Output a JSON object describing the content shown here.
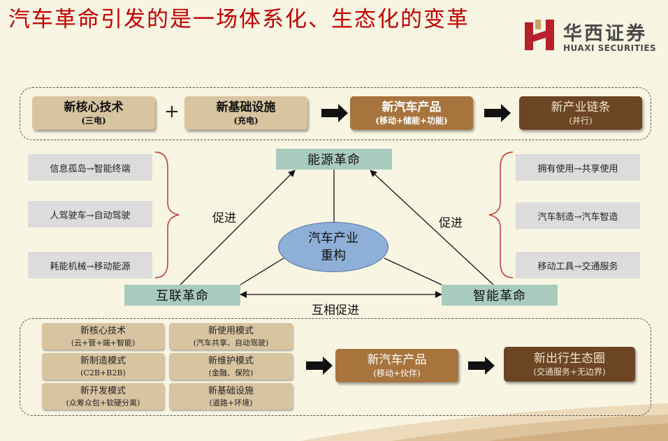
{
  "title": "汽车革命引发的是一场体系化、生态化的变革",
  "logo": {
    "cn": "华西证券",
    "en": "HUAXI SECURITIES"
  },
  "top_row": [
    {
      "main": "新核心技术",
      "sub": "(三电)"
    },
    {
      "main": "新基础设施",
      "sub": "(充电)"
    },
    {
      "main": "新汽车产品",
      "sub": "(移动+储能+功能)"
    },
    {
      "main": "新产业链条",
      "sub": "(并行)"
    }
  ],
  "plus": "+",
  "left_items": [
    "信息孤岛→智能终端",
    "人驾驶车→自动驾驶",
    "耗能机械→移动能源"
  ],
  "right_items": [
    "拥有使用→共享使用",
    "汽车制造→汽车智造",
    "移动工具→交通服务"
  ],
  "triangle": {
    "top": "能源革命",
    "left": "互联革命",
    "right": "智能革命",
    "center": [
      "汽车产业",
      "重构"
    ],
    "left_label": "促进",
    "right_label": "促进",
    "bottom_label": "互相促进"
  },
  "bottom_grid": [
    {
      "main": "新核心技术",
      "sub": "(云+管+端+智能)"
    },
    {
      "main": "新使用模式",
      "sub": "(汽车共享、自动驾驶)"
    },
    {
      "main": "新制造模式",
      "sub": "(C2B+B2B)"
    },
    {
      "main": "新维护模式",
      "sub": "(金融、保险)"
    },
    {
      "main": "新开发模式",
      "sub": "(众筹众包+软硬分离)"
    },
    {
      "main": "新基础设施",
      "sub": "(道路+环境)"
    }
  ],
  "bottom_product": {
    "main": "新汽车产品",
    "sub": "(移动+伙伴)"
  },
  "bottom_eco": {
    "main": "新出行生态圈",
    "sub": "(交通服务+无边界)"
  },
  "colors": {
    "title": "#c00000",
    "beige": "#d8c4a0",
    "brown_light": "#a8743e",
    "brown_dark": "#6b4524",
    "teal": "#a9cbbd",
    "ellipse": "#8eb0d8"
  }
}
